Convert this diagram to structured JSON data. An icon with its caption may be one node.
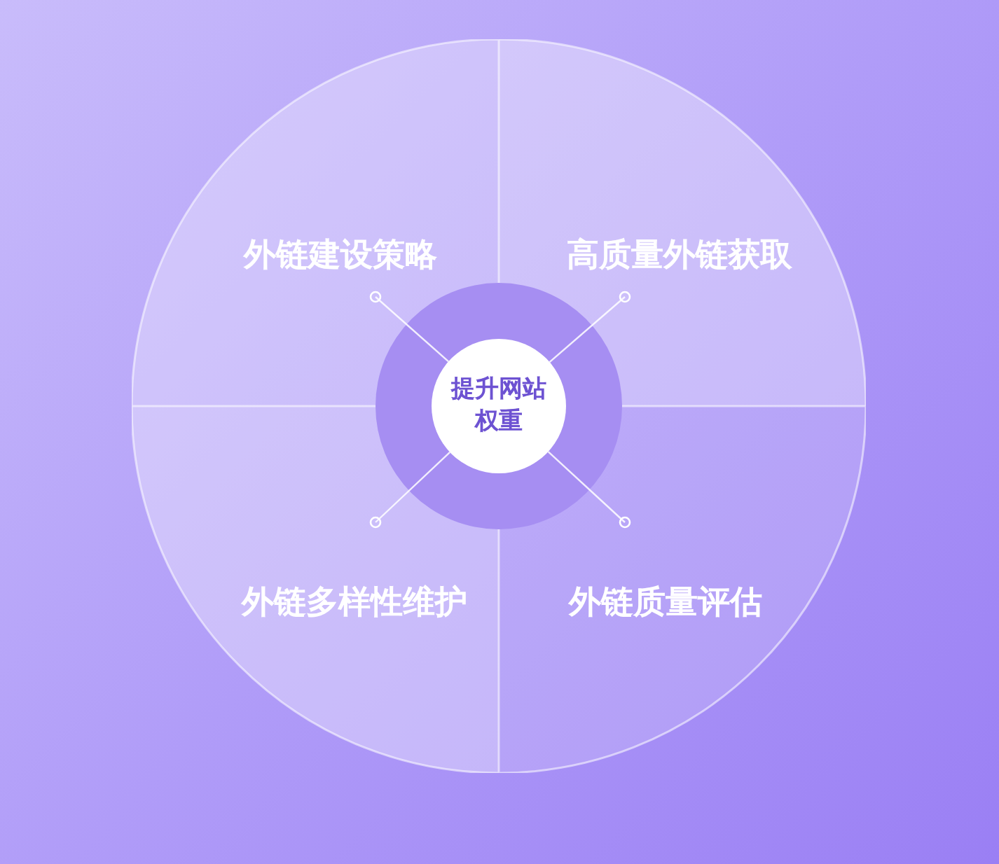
{
  "diagram": {
    "nodes": [
      {
        "text": [
          "外链建设策略"
        ]
      },
      {
        "text": [
          "高质量外链获取"
        ]
      },
      {
        "text": [
          "提升网站权重"
        ]
      },
      {
        "text": [
          "外链多样性维护"
        ]
      },
      {
        "text": [
          "外链质量评估"
        ]
      }
    ],
    "edges": [
      {
        "from": 2,
        "to": 0,
        "arrow": "other"
      },
      {
        "from": 2,
        "to": 1,
        "arrow": "other"
      },
      {
        "from": 2,
        "to": 3,
        "arrow": "other"
      },
      {
        "from": 2,
        "to": 4,
        "arrow": "other"
      }
    ]
  }
}
